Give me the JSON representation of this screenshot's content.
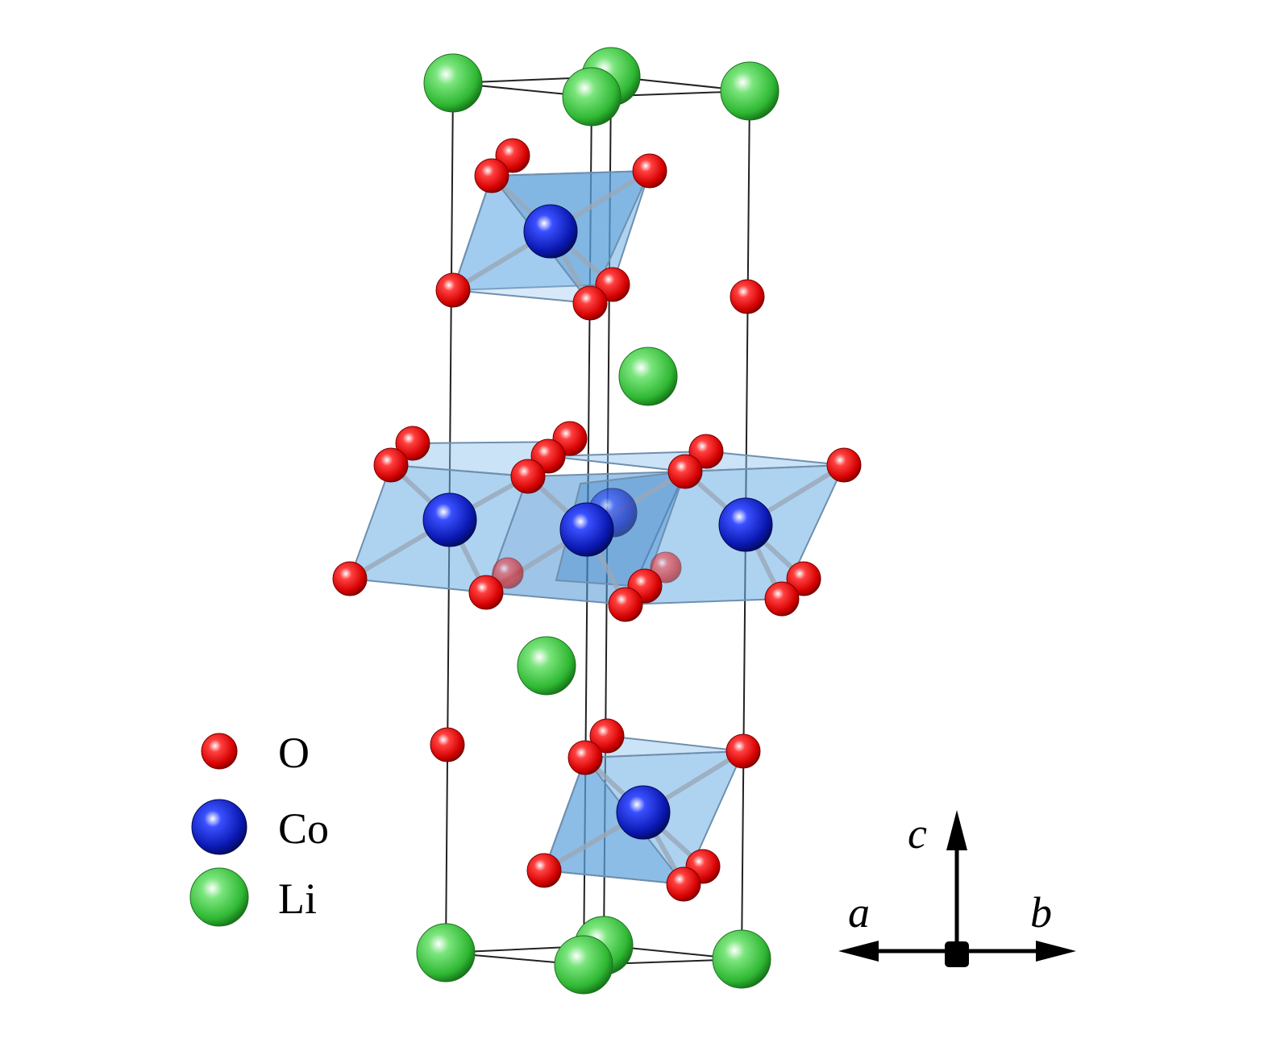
{
  "legend": [
    {
      "element": "O",
      "color": "#e00000"
    },
    {
      "element": "Co",
      "color": "#0a1fb5"
    },
    {
      "element": "Li",
      "color": "#2fb833"
    }
  ],
  "axes": {
    "a": "a",
    "b": "b",
    "c": "c"
  },
  "colors": {
    "oxygen": "#e00000",
    "cobalt": "#0a1fb5",
    "lithium": "#2fb833",
    "octahedron": "#5a9fd8",
    "cell_edge": "#000000"
  }
}
